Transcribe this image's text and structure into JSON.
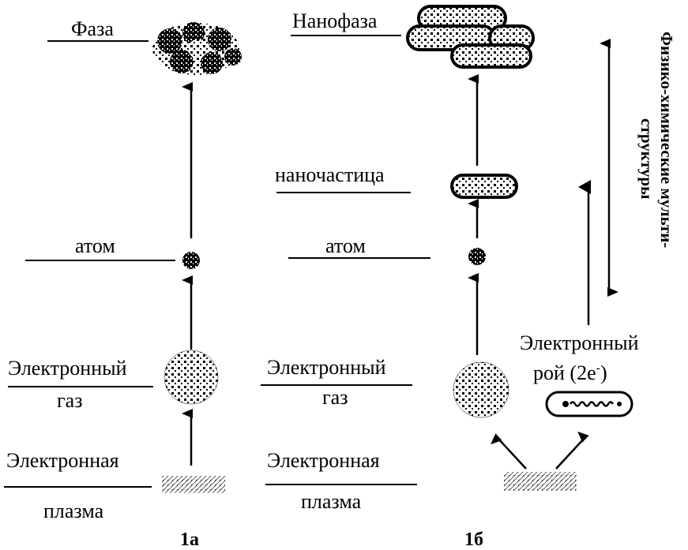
{
  "panel_a": {
    "phase": "Фаза",
    "atom": "атом",
    "electron_gas_1": "Электронный",
    "electron_gas_2": "газ",
    "electron_plasma_1": "Электронная",
    "electron_plasma_2": "плазма",
    "caption": "1а"
  },
  "panel_b": {
    "nanophase": "Нанофаза",
    "nanoparticle": "наночастица",
    "atom": "атом",
    "electron_gas_1": "Электронный",
    "electron_gas_2": "газ",
    "electron_plasma_1": "Электронная",
    "electron_plasma_2": "плазма",
    "swarm_1": "Электронный",
    "swarm_2": "рой (2е",
    "swarm_sup": "-",
    "swarm_close": ")",
    "vertical_1": "Физико-химические мульти-",
    "vertical_2": "структуры",
    "caption": "1б"
  }
}
